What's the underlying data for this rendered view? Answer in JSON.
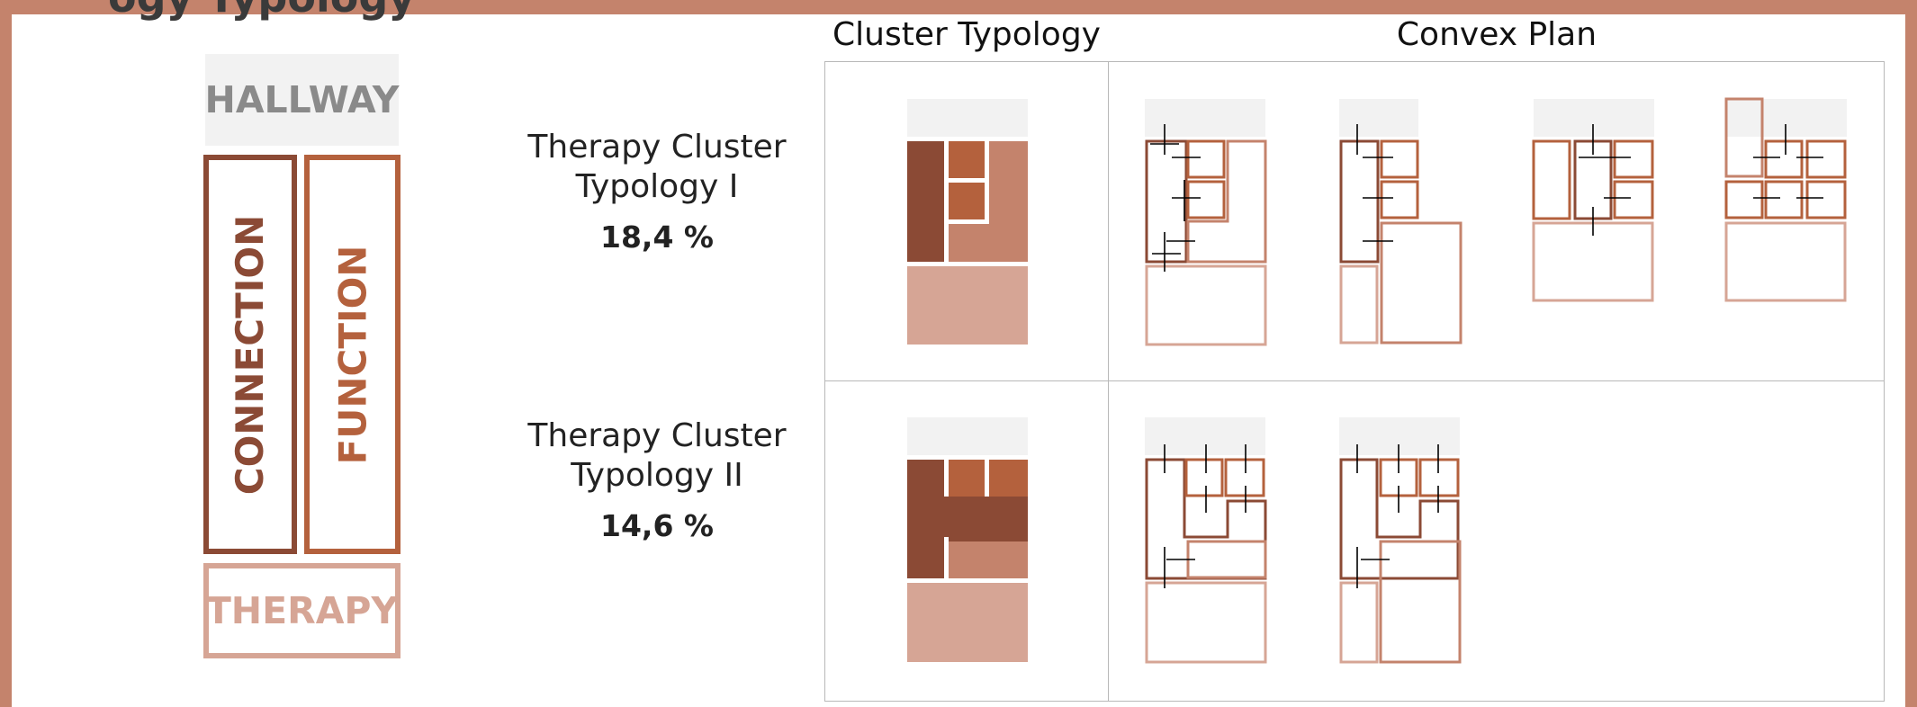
{
  "page": {
    "title_fragment": "ogy Typology"
  },
  "legend": {
    "hallway": "HALLWAY",
    "connection": "CONNECTION",
    "function": "FUNCTION",
    "therapy": "THERAPY"
  },
  "columns": {
    "cluster": "Cluster Typology",
    "convex": "Convex Plan"
  },
  "rows": [
    {
      "line1": "Therapy Cluster",
      "line2": "Typology I",
      "percent": "18,4 %"
    },
    {
      "line1": "Therapy Cluster",
      "line2": "Typology II",
      "percent": "14,6 %"
    }
  ],
  "colors": {
    "frame": "#c4836c",
    "hallway": "#f2f2f2",
    "connection": "#8b4a35",
    "function_dark": "#b4613d",
    "function_light": "#c4836c",
    "therapy": "#d6a595"
  }
}
